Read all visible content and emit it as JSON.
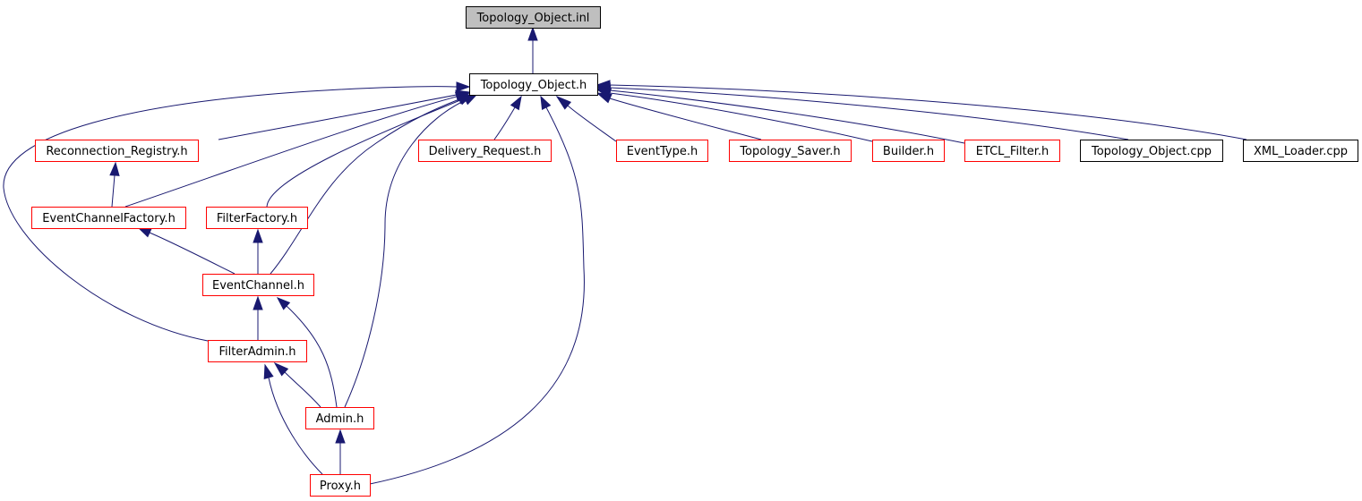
{
  "colors": {
    "edge": "#191970",
    "focus_fill": "#bfbfbf",
    "focus_border": "#000000",
    "linked_border": "#ff0000",
    "plain_border": "#000000",
    "node_fill": "#ffffff"
  },
  "nodes": [
    {
      "id": "topology_object_inl",
      "label": "Topology_Object.inl",
      "kind": "focus"
    },
    {
      "id": "topology_object_h",
      "label": "Topology_Object.h",
      "kind": "plain"
    },
    {
      "id": "reconnection_registry_h",
      "label": "Reconnection_Registry.h",
      "kind": "linked"
    },
    {
      "id": "delivery_request_h",
      "label": "Delivery_Request.h",
      "kind": "linked"
    },
    {
      "id": "eventtype_h",
      "label": "EventType.h",
      "kind": "linked"
    },
    {
      "id": "topology_saver_h",
      "label": "Topology_Saver.h",
      "kind": "linked"
    },
    {
      "id": "builder_h",
      "label": "Builder.h",
      "kind": "linked"
    },
    {
      "id": "etcl_filter_h",
      "label": "ETCL_Filter.h",
      "kind": "linked"
    },
    {
      "id": "topology_object_cpp",
      "label": "Topology_Object.cpp",
      "kind": "plain"
    },
    {
      "id": "xml_loader_cpp",
      "label": "XML_Loader.cpp",
      "kind": "plain"
    },
    {
      "id": "eventchannelfactory_h",
      "label": "EventChannelFactory.h",
      "kind": "linked"
    },
    {
      "id": "filterfactory_h",
      "label": "FilterFactory.h",
      "kind": "linked"
    },
    {
      "id": "eventchannel_h",
      "label": "EventChannel.h",
      "kind": "linked"
    },
    {
      "id": "filteradmin_h",
      "label": "FilterAdmin.h",
      "kind": "linked"
    },
    {
      "id": "admin_h",
      "label": "Admin.h",
      "kind": "linked"
    },
    {
      "id": "proxy_h",
      "label": "Proxy.h",
      "kind": "linked"
    }
  ],
  "edges": [
    {
      "from": "topology_object_h",
      "to": "topology_object_inl"
    },
    {
      "from": "reconnection_registry_h",
      "to": "topology_object_h"
    },
    {
      "from": "delivery_request_h",
      "to": "topology_object_h"
    },
    {
      "from": "eventtype_h",
      "to": "topology_object_h"
    },
    {
      "from": "topology_saver_h",
      "to": "topology_object_h"
    },
    {
      "from": "builder_h",
      "to": "topology_object_h"
    },
    {
      "from": "etcl_filter_h",
      "to": "topology_object_h"
    },
    {
      "from": "topology_object_cpp",
      "to": "topology_object_h"
    },
    {
      "from": "xml_loader_cpp",
      "to": "topology_object_h"
    },
    {
      "from": "eventchannelfactory_h",
      "to": "topology_object_h"
    },
    {
      "from": "filterfactory_h",
      "to": "topology_object_h"
    },
    {
      "from": "eventchannel_h",
      "to": "topology_object_h"
    },
    {
      "from": "filteradmin_h",
      "to": "topology_object_h"
    },
    {
      "from": "admin_h",
      "to": "topology_object_h"
    },
    {
      "from": "proxy_h",
      "to": "topology_object_h"
    },
    {
      "from": "eventchannelfactory_h",
      "to": "reconnection_registry_h"
    },
    {
      "from": "eventchannel_h",
      "to": "eventchannelfactory_h"
    },
    {
      "from": "eventchannel_h",
      "to": "filterfactory_h"
    },
    {
      "from": "filteradmin_h",
      "to": "eventchannel_h"
    },
    {
      "from": "admin_h",
      "to": "eventchannel_h"
    },
    {
      "from": "admin_h",
      "to": "filteradmin_h"
    },
    {
      "from": "proxy_h",
      "to": "filteradmin_h"
    },
    {
      "from": "proxy_h",
      "to": "admin_h"
    }
  ]
}
